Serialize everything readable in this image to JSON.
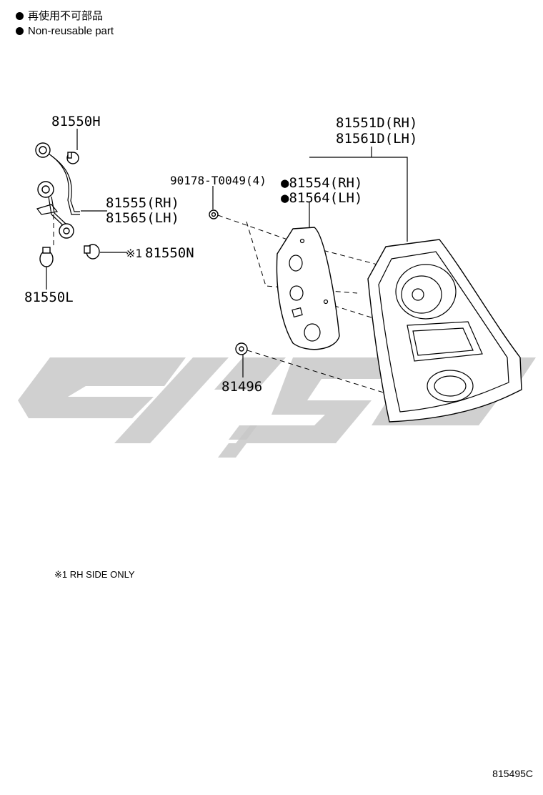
{
  "legend": {
    "non_reusable_jp": "再使用不可部品",
    "non_reusable_en": "Non-reusable part"
  },
  "parts": {
    "p81550H": "81550H",
    "p81555": "81555(RH)",
    "p81565": "81565(LH)",
    "p81550N_mark": "※1",
    "p81550N": "81550N",
    "p81550L": "81550L",
    "p90178": "90178-T0049(4)",
    "p81554": "●81554(RH)",
    "p81564": "●81564(LH)",
    "p81551D": "81551D(RH)",
    "p81561D": "81561D(LH)",
    "p81496": "81496"
  },
  "note": "※1 RH SIDE ONLY",
  "figure_code": "815495C"
}
